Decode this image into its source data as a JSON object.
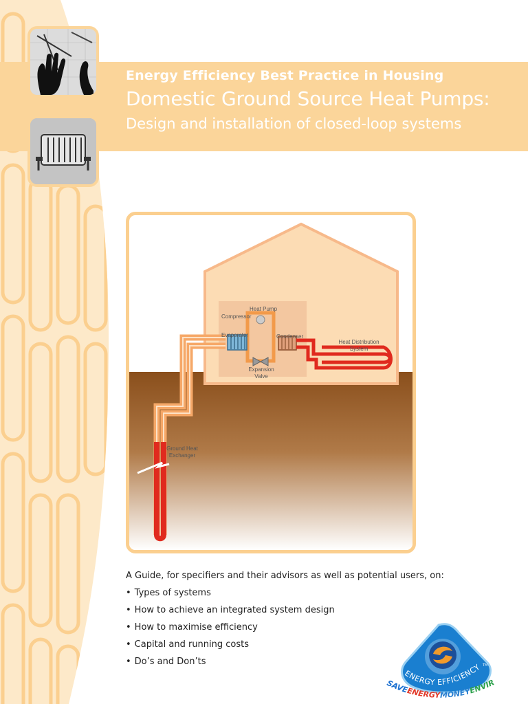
{
  "header": {
    "series": "Energy Efficiency Best Practice in Housing",
    "title": "Domestic Ground Source Heat Pumps:",
    "subtitle": "Design and installation of closed-loop systems"
  },
  "photos": {
    "top": "hands-and-compass-icon",
    "bottom": "radiator-icon"
  },
  "diagram": {
    "labels": {
      "heat_pump": "Heat Pump",
      "compressor": "Compressor",
      "evaporator": "Evaporator",
      "condenser": "Condenser",
      "heat_distribution_1": "Heat Distribution",
      "heat_distribution_2": "System",
      "expansion_valve_1": "Expansion",
      "expansion_valve_2": "Valve",
      "ground_heat_exchanger_1": "Ground Heat",
      "ground_heat_exchanger_2": "Exchanger"
    }
  },
  "guide": {
    "intro": "A Guide, for specifiers and their advisors as well as potential users, on:",
    "items": [
      "Types of systems",
      "How to achieve an integrated system design",
      "How to maximise efficiency",
      "Capital and running costs",
      "Do’s and Don’ts"
    ]
  },
  "logo": {
    "ring_text": "ENERGY EFFICIENCY",
    "trademark": "TM",
    "tagline": [
      {
        "text": "SAVE",
        "color": "#1a6fd0"
      },
      {
        "text": "ENERGY",
        "color": "#e23a2a"
      },
      {
        "text": "MONEY",
        "color": "#2a7fd0"
      },
      {
        "text": "ENVIRONMENT",
        "color": "#2aa04a"
      }
    ]
  },
  "colors": {
    "accent": "#fbd59a",
    "pipe_warm": "#f29a4a",
    "pipe_hot": "#e02a1e",
    "house": "#fcdcb4",
    "ground": "#8a4f1c"
  }
}
